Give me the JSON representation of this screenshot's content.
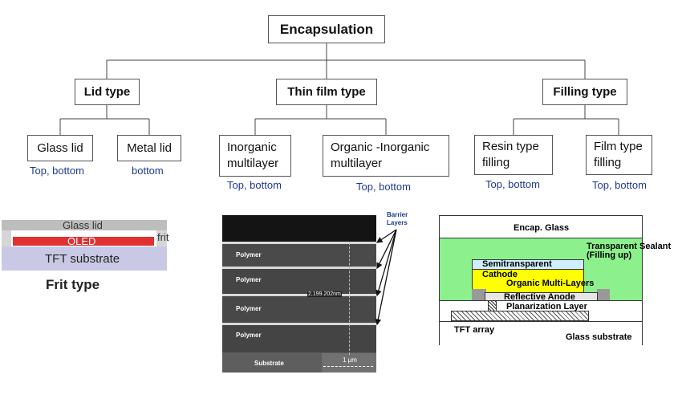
{
  "tree": {
    "root": "Encapsulation",
    "categories": [
      "Lid type",
      "Thin film type",
      "Filling type"
    ],
    "leaves": [
      {
        "label": "Glass lid",
        "note": "Top, bottom"
      },
      {
        "label": "Metal lid",
        "note": "bottom"
      },
      {
        "label": "Inorganic\nmultilayer",
        "note": "Top, bottom"
      },
      {
        "label": "Organic -Inorganic\nmultilayer",
        "note": "Top, bottom"
      },
      {
        "label": "Resin type\nfilling",
        "note": "Top, bottom"
      },
      {
        "label": "Film type\nfilling",
        "note": "Top, bottom"
      }
    ]
  },
  "frit": {
    "glass_lid": "Glass lid",
    "oled": "OLED",
    "frit": "frit",
    "tft_substrate": "TFT substrate",
    "caption": "Frit type",
    "colors": {
      "glass": "#bdbdbd",
      "oled": "#e03030",
      "tft": "#c9c9e6"
    }
  },
  "sem": {
    "barrier_label": "Barrier\nLayers",
    "layers": [
      "Polymer",
      "Polymer",
      "Polymer",
      "Polymer"
    ],
    "substrate": "Substrate",
    "measurement": "2,199.202nm",
    "scale": "1 μm"
  },
  "cross_section": {
    "encap_glass": "Encap. Glass",
    "sealant": "Transparent Sealant\n(Filling up)",
    "semitransparent": "Semitransparent",
    "cathode": "Cathode",
    "organic": "Organic Multi-Layers",
    "anode": "Reflective Anode",
    "planarization": "Planarization Layer",
    "tft_array": "TFT array",
    "glass_substrate": "Glass substrate",
    "colors": {
      "sealant": "#8cf08c",
      "cathode": "#ffff00",
      "semi": "#cfeeff"
    }
  }
}
